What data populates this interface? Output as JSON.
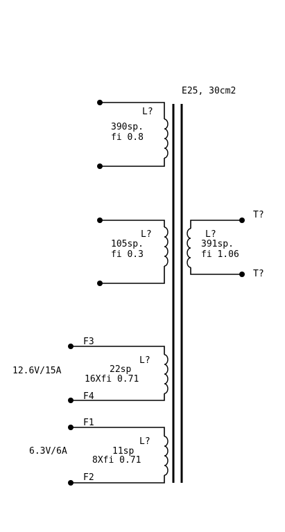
{
  "core_label": "E25, 30cm2",
  "windings": [
    {
      "id": "primary-1",
      "designator": "L?",
      "lines": [
        "390sp.",
        "fi 0.8"
      ]
    },
    {
      "id": "primary-2",
      "designator": "L?",
      "lines": [
        "105sp.",
        "fi 0.3"
      ]
    },
    {
      "id": "secondary-t",
      "designator": "L?",
      "lines": [
        "391sp.",
        "fi 1.06"
      ],
      "terminals": [
        "T?",
        "T?"
      ]
    },
    {
      "id": "secondary-f34",
      "designator": "L?",
      "lines": [
        "22sp",
        "16Xfi 0.71"
      ],
      "terminals": [
        "F3",
        "F4"
      ],
      "rating": "12.6V/15A"
    },
    {
      "id": "secondary-f12",
      "designator": "L?",
      "lines": [
        "11sp",
        "8Xfi 0.71"
      ],
      "terminals": [
        "F1",
        "F2"
      ],
      "rating": "6.3V/6A"
    }
  ]
}
